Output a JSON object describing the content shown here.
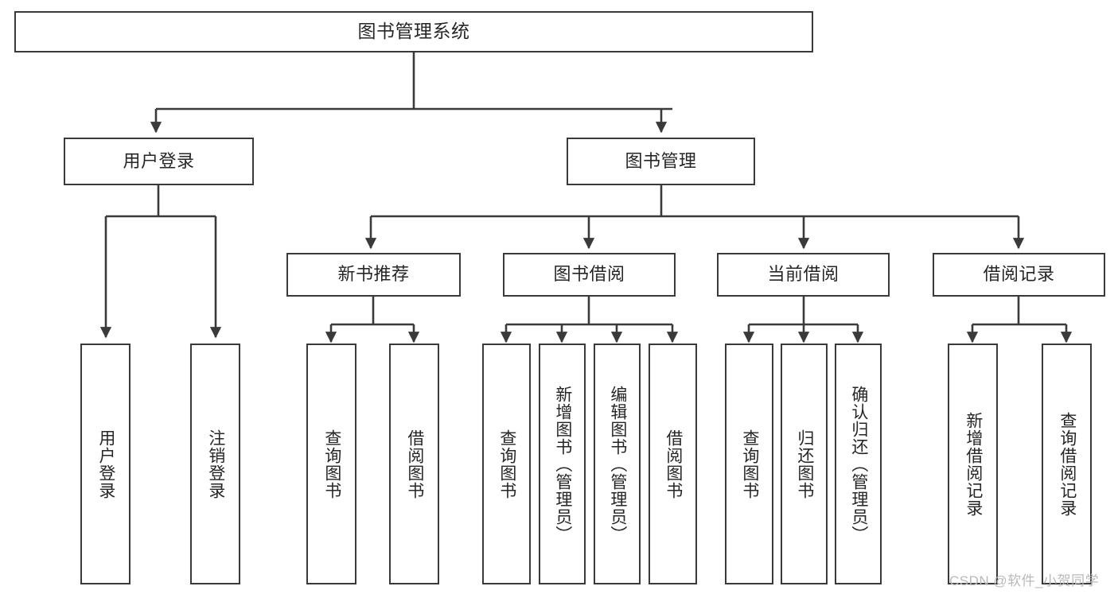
{
  "diagram": {
    "title": "图书管理系统",
    "type": "tree-hierarchy-chart",
    "orientation": "top-down",
    "colors": {
      "background": "#ffffff",
      "box_border": "#3a3a3a",
      "box_fill": "#ffffff",
      "text": "#262626",
      "edge": "#3a3a3a",
      "watermark": "#b9b9b9"
    }
  },
  "nodes": {
    "root": {
      "label": "图书管理系统",
      "level": 1
    },
    "level2": [
      {
        "id": "user-login",
        "label": "用户登录",
        "level": 2
      },
      {
        "id": "book-manage",
        "label": "图书管理",
        "level": 2
      }
    ],
    "level3": [
      {
        "id": "new-book-recommend",
        "label": "新书推荐",
        "level": 3
      },
      {
        "id": "book-borrow",
        "label": "图书借阅",
        "level": 3
      },
      {
        "id": "current-borrow",
        "label": "当前借阅",
        "level": 3
      },
      {
        "id": "borrow-record",
        "label": "借阅记录",
        "level": 3
      }
    ],
    "leaves": [
      {
        "id": "leaf-user-login",
        "label": "用户登录",
        "parent": "user-login"
      },
      {
        "id": "leaf-logout",
        "label": "注销登录",
        "parent": "user-login"
      },
      {
        "id": "leaf-query-book-1",
        "label": "查询图书",
        "parent": "new-book-recommend"
      },
      {
        "id": "leaf-borrow-book-1",
        "label": "借阅图书",
        "parent": "new-book-recommend"
      },
      {
        "id": "leaf-query-book-2",
        "label": "查询图书",
        "parent": "book-borrow"
      },
      {
        "id": "leaf-add-book",
        "label": "新增图书（管理员）",
        "parent": "book-borrow"
      },
      {
        "id": "leaf-edit-book",
        "label": "编辑图书（管理员）",
        "parent": "book-borrow"
      },
      {
        "id": "leaf-borrow-book-2",
        "label": "借阅图书",
        "parent": "book-borrow"
      },
      {
        "id": "leaf-query-book-3",
        "label": "查询图书",
        "parent": "current-borrow"
      },
      {
        "id": "leaf-return-book",
        "label": "归还图书",
        "parent": "current-borrow"
      },
      {
        "id": "leaf-confirm-return",
        "label": "确认归还（管理员）",
        "parent": "current-borrow"
      },
      {
        "id": "leaf-add-record",
        "label": "新增借阅记录",
        "parent": "borrow-record"
      },
      {
        "id": "leaf-query-record",
        "label": "查询借阅记录",
        "parent": "borrow-record"
      }
    ]
  },
  "watermark": {
    "text": "CSDN @软件_小贺同学"
  }
}
